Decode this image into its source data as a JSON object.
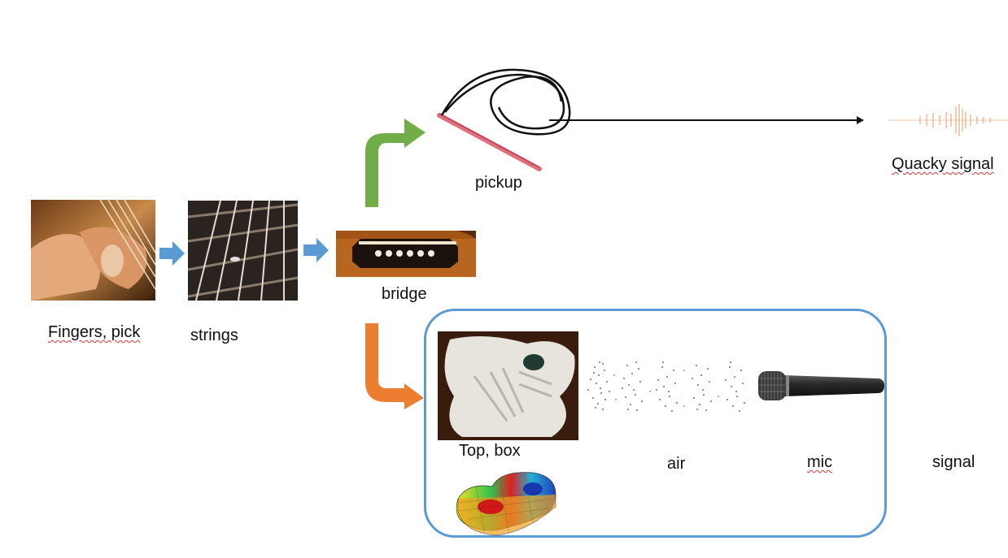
{
  "labels": {
    "fingers": "Fingers, pick",
    "strings": "strings",
    "bridge": "bridge",
    "pickup": "pickup",
    "quacky_signal": "Quacky signal",
    "top_box": "Top, box",
    "air": "air",
    "mic": "mic",
    "signal": "signal"
  },
  "colors": {
    "small_arrow": "#5b9bd5",
    "pickup_arrow": "#70ad47",
    "acoustic_arrow": "#ed7d31",
    "acoustic_box_border": "#5b9bd5",
    "pickup_bar": "#e06070",
    "misspelling_underline": "#d23b3b"
  }
}
